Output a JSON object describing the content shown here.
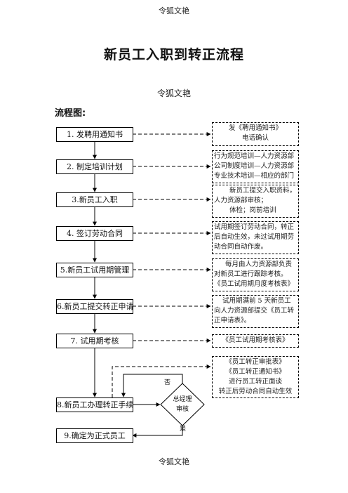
{
  "header": {
    "watermark": "令狐文艳"
  },
  "title": "新员工入职到转正流程",
  "subheader": "令狐文艳",
  "flow_label": "流程图:",
  "steps": [
    {
      "label": "1. 发聘用通知书"
    },
    {
      "label": "2. 制定培训计划"
    },
    {
      "label": "3.新员工入职"
    },
    {
      "label": "4. 签订劳动合同"
    },
    {
      "label": "5.新员工试用期管理"
    },
    {
      "label": "6.新员工提交转正申请"
    },
    {
      "label": "7. 试用期考核"
    },
    {
      "label": "8.新员工办理转正手续"
    },
    {
      "label": "9.确定为正式员工"
    }
  ],
  "notes": [
    {
      "lines": [
        "发《聘用通知书》",
        "电话确认"
      ]
    },
    {
      "lines": [
        "行为规范培训—人力资源部",
        "公司制度培训—人力资源部",
        "专业技术培训—相应的部门"
      ]
    },
    {
      "lines": [
        "新员工提交入职资料，",
        "人力资源部审核；",
        "体检；岗前培训"
      ]
    },
    {
      "lines": [
        "试用期签订劳动合同，转正",
        "后自动生效，未过试用期劳",
        "动合同自动作废。"
      ]
    },
    {
      "lines": [
        "每月由人力资源部负责",
        "对新员工进行跟踪考核。",
        "《员工试用期月度考核表》"
      ]
    },
    {
      "lines": [
        "试用期满前 5 天新员工",
        "向人力资源部提交《员工转",
        "正申请表》。"
      ]
    },
    {
      "lines": [
        "《员工试用期考核表》"
      ]
    },
    {
      "lines": [
        "《员工转正审批表》",
        "《员工转正通知书》",
        "进行员工转正面谈",
        "转正后劳动合同自动生效"
      ]
    }
  ],
  "decision": {
    "line1": "总经理",
    "line2": "审核",
    "no_label": "否",
    "yes_label": "是"
  },
  "footer": {
    "watermark": "令狐文艳"
  }
}
